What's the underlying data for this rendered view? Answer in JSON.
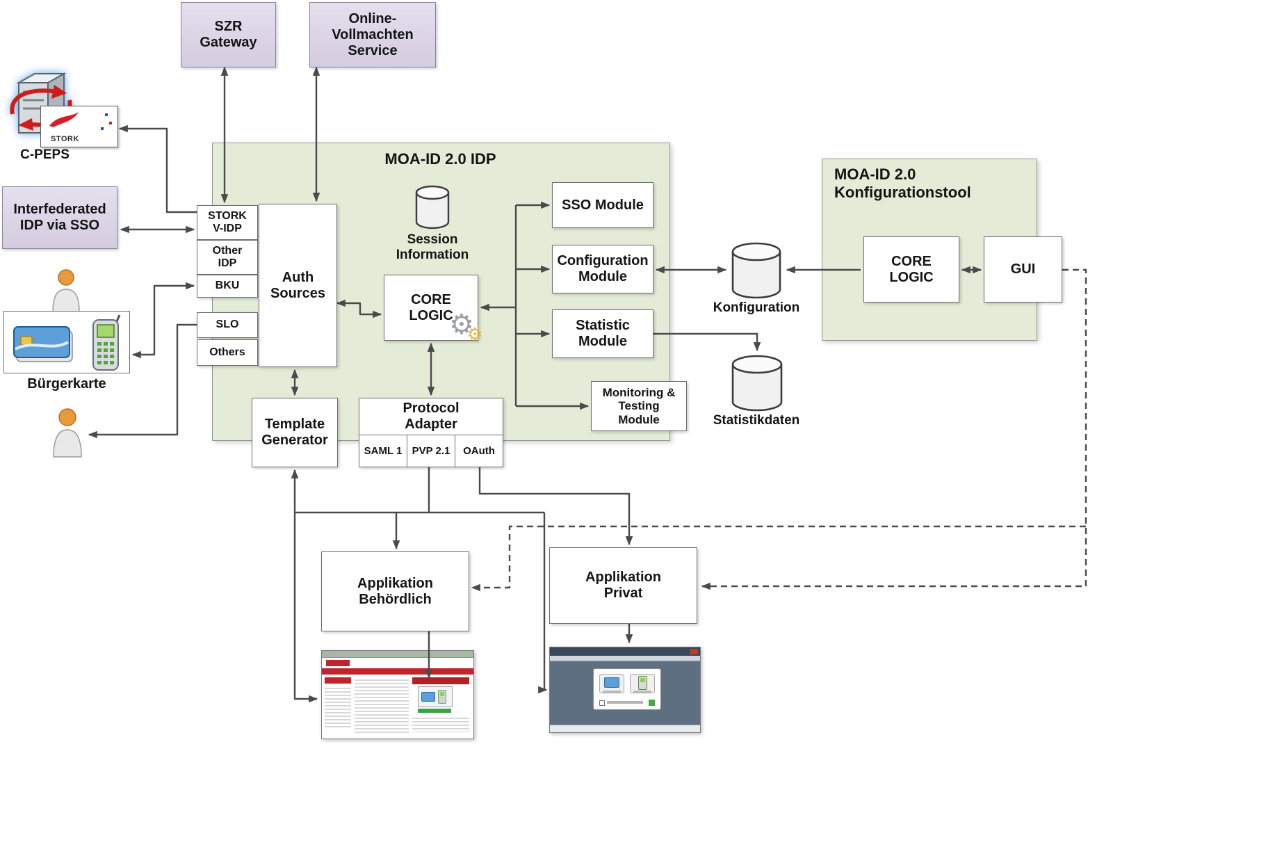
{
  "nodes": {
    "szr_gateway": "SZR Gateway",
    "online_vollmachten": "Online-Vollmachten Service",
    "cpeps": "C-PEPS",
    "stork_badge": "STORK",
    "interfederated_idp": "Interfederated IDP via SSO",
    "buergerkarte": "Bürgerkarte",
    "idp_title": "MOA-ID 2.0 IDP",
    "stork_vidp": "STORK V-IDP",
    "other_idp": "Other IDP",
    "bku": "BKU",
    "slo": "SLO",
    "others": "Others",
    "auth_sources": "Auth Sources",
    "session_information": "Session Information",
    "core_logic": "CORE LOGIC",
    "sso_module": "SSO Module",
    "configuration_module": "Configuration Module",
    "statistic_module": "Statistic Module",
    "monitoring_module": "Monitoring & Testing Module",
    "template_generator": "Template Generator",
    "protocol_adapter": "Protocol Adapter",
    "saml1": "SAML 1",
    "pvp21": "PVP 2.1",
    "oauth": "OAuth",
    "konfiguration": "Konfiguration",
    "statistikdaten": "Statistikdaten",
    "konfigtool_title": "MOA-ID 2.0 Konfigurationstool",
    "tool_core_logic": "CORE LOGIC",
    "gui": "GUI",
    "app_behoerdlich": "Applikation Behördlich",
    "app_privat": "Applikation Privat"
  },
  "colors": {
    "container_green": "#e4ecd8",
    "lavender": "#ddd6e6",
    "box_white": "#ffffff",
    "arrow": "#4a4a4a",
    "text": "#141414"
  }
}
